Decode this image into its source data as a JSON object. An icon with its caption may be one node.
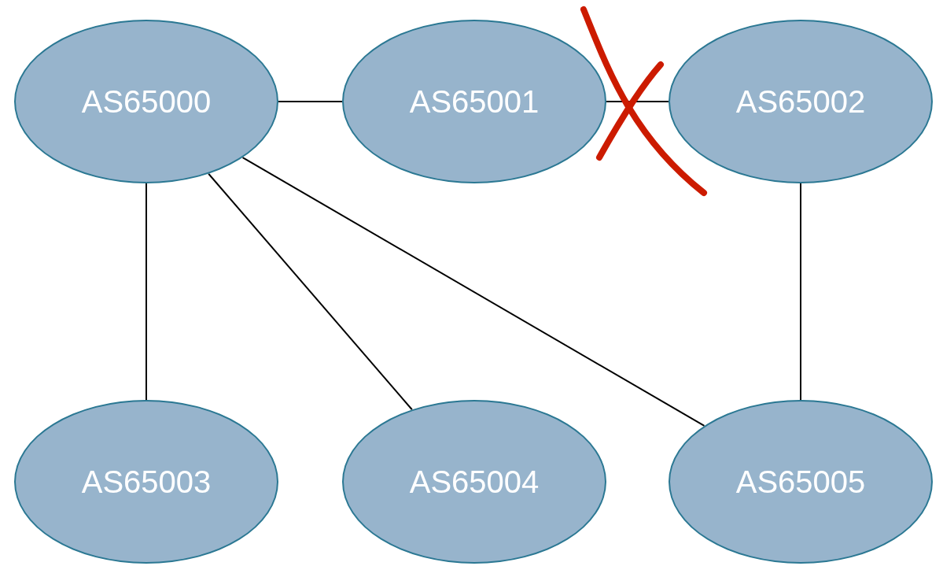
{
  "diagram": {
    "nodes": [
      {
        "text": [
          "AS65000"
        ]
      },
      {
        "text": [
          "AS65001"
        ]
      },
      {
        "text": [
          "AS65002"
        ]
      },
      {
        "text": [
          "AS65003"
        ]
      },
      {
        "text": [
          "AS65004"
        ]
      },
      {
        "text": [
          "AS65005"
        ]
      }
    ],
    "edges": [
      {
        "from": 0,
        "to": 1,
        "arrow": "none"
      },
      {
        "from": 1,
        "to": 2,
        "arrow": "none"
      },
      {
        "from": 0,
        "to": 3,
        "arrow": "none"
      },
      {
        "from": 0,
        "to": 4,
        "arrow": "none"
      },
      {
        "from": 0,
        "to": 5,
        "arrow": "none"
      },
      {
        "from": 2,
        "to": 5,
        "arrow": "none"
      }
    ]
  }
}
